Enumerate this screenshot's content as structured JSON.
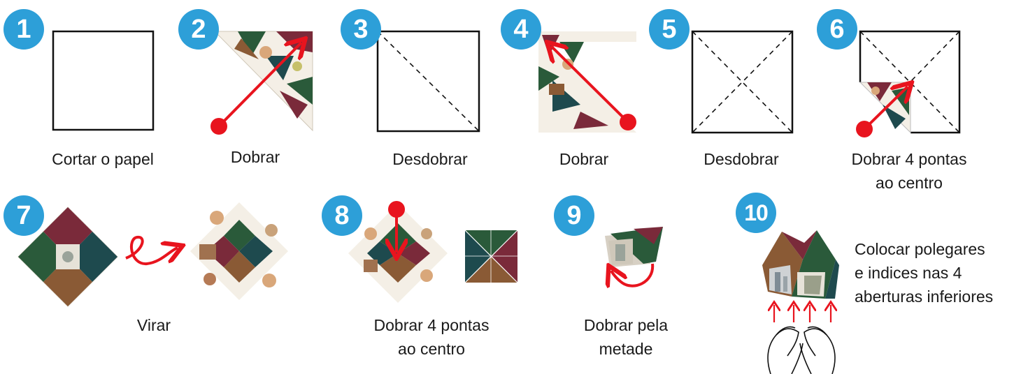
{
  "colors": {
    "badge": "#2d9fd8",
    "arrow": "#e8141e",
    "green": "#2a5a3a",
    "teal": "#1e4a4e",
    "maroon": "#7a2a3a",
    "brown": "#8a5a35"
  },
  "steps": [
    {
      "number": "1",
      "caption_lines": [
        "Cortar o papel"
      ]
    },
    {
      "number": "2",
      "caption_lines": [
        "Dobrar"
      ]
    },
    {
      "number": "3",
      "caption_lines": [
        "Desdobrar"
      ]
    },
    {
      "number": "4",
      "caption_lines": [
        "Dobrar"
      ]
    },
    {
      "number": "5",
      "caption_lines": [
        "Desdobrar"
      ]
    },
    {
      "number": "6",
      "caption_lines": [
        "Dobrar 4 pontas",
        "ao centro"
      ]
    },
    {
      "number": "7",
      "caption_lines": [
        "Virar"
      ]
    },
    {
      "number": "8",
      "caption_lines": [
        "Dobrar 4 pontas",
        "ao centro"
      ]
    },
    {
      "number": "9",
      "caption_lines": [
        "Dobrar pela",
        "metade"
      ]
    },
    {
      "number": "10",
      "caption_lines": [
        "Colocar polegares",
        "e indices nas 4",
        "aberturas inferiores"
      ]
    }
  ]
}
